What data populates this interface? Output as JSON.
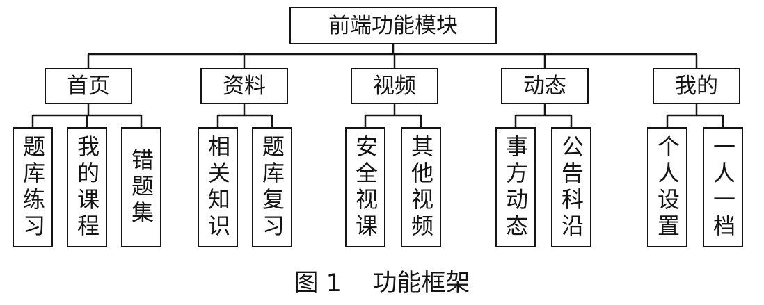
{
  "diagram": {
    "root": {
      "label": "前端功能模块"
    },
    "modules": [
      {
        "label": "首页",
        "children": [
          "题库练习",
          "我的课程",
          "错题集"
        ]
      },
      {
        "label": "资料",
        "children": [
          "相关知识",
          "题库复习"
        ]
      },
      {
        "label": "视频",
        "children": [
          "安全视课",
          "其他视频"
        ]
      },
      {
        "label": "动态",
        "children": [
          "事方动态",
          "公告科沿"
        ]
      },
      {
        "label": "我的",
        "children": [
          "个人设置",
          "一人一档"
        ]
      }
    ]
  },
  "caption": "图 1    功能框架",
  "colors": {
    "line": "#141414",
    "text": "#141414",
    "background": "#ffffff"
  }
}
